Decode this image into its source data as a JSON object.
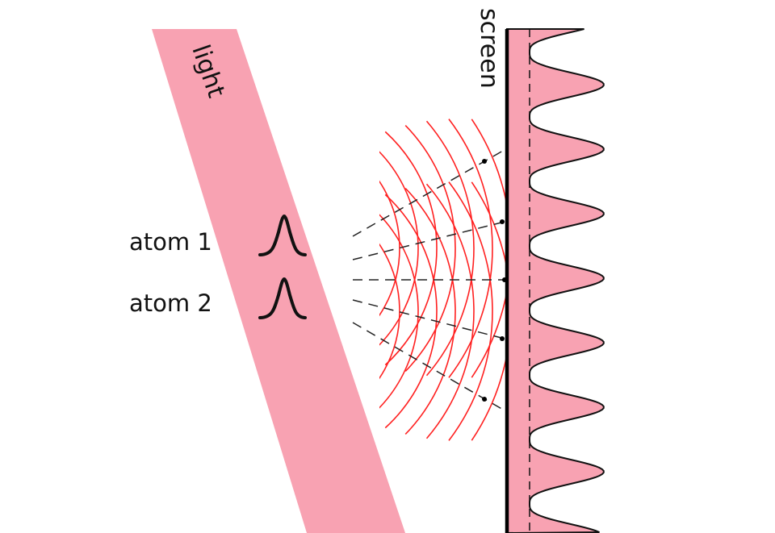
{
  "labels": {
    "light": "light",
    "screen": "screen",
    "atom1": "atom 1",
    "atom2": "atom 2"
  },
  "colors": {
    "beam": "#f8a2b2",
    "wavefront": "#ff2020",
    "ink": "#111111"
  },
  "icons": [
    "gaussian-wavepacket-icon"
  ]
}
